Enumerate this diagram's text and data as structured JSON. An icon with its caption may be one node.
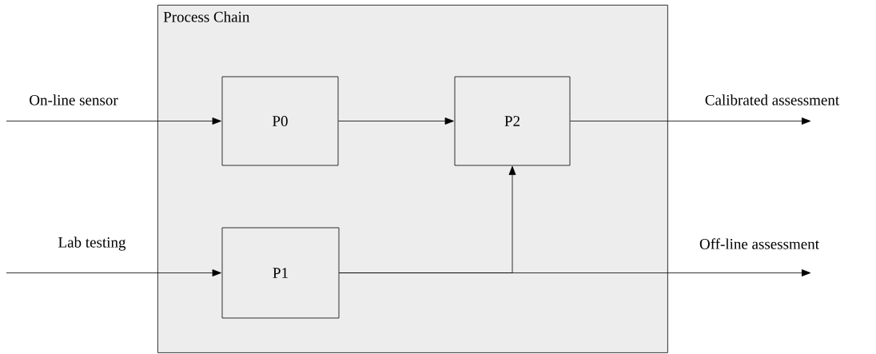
{
  "diagram": {
    "nodes": [
      {
        "text": [
          "Process Chain"
        ]
      },
      {
        "text": [
          "P0"
        ],
        "in": 0
      },
      {
        "text": [
          "P2"
        ],
        "in": 0
      },
      {
        "text": [
          "P1"
        ],
        "in": 0
      }
    ],
    "edges": [
      {
        "from": null,
        "to": 1,
        "arrow": "to",
        "label": "On-line sensor"
      },
      {
        "from": 1,
        "to": 2,
        "arrow": "to"
      },
      {
        "from": 2,
        "to": null,
        "arrow": "to",
        "label": "Calibrated assessment"
      },
      {
        "from": null,
        "to": 3,
        "arrow": "to",
        "label": "Lab testing"
      },
      {
        "from": 3,
        "to": null,
        "arrow": "to",
        "label": "Off-line assessment"
      },
      {
        "from": 3,
        "to": 2,
        "arrow": "to"
      }
    ]
  }
}
